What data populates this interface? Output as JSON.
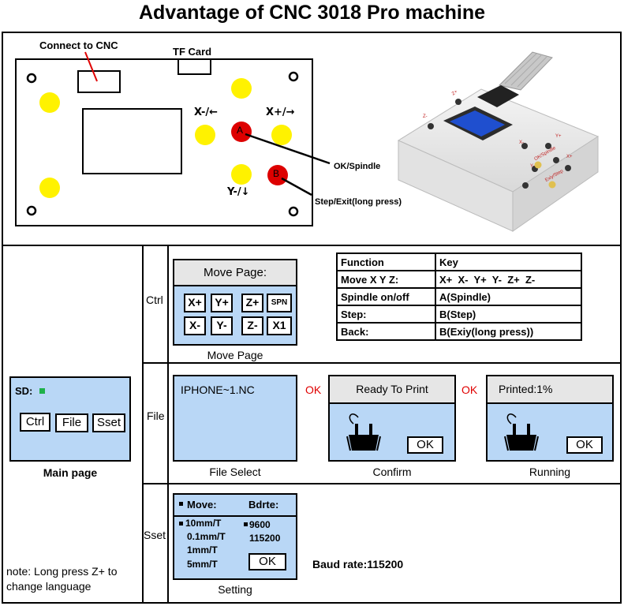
{
  "title": "Advantage of CNC 3018 Pro machine",
  "board": {
    "connect_label": "Connect to CNC",
    "tf_label": "TF Card",
    "xminus": "X-/←",
    "xplus": "X+/→",
    "yminus": "Y-/↓",
    "btn_a": "A",
    "btn_b": "B",
    "ok_spindle": "OK/Spindle",
    "step_exit": "Step/Exit(long press)"
  },
  "device": {
    "labels": [
      "Z+",
      "Z-",
      "X-",
      "Y+",
      "Y-",
      "X+",
      "OK/Spindle",
      "Exiy/Step"
    ]
  },
  "rows": [
    "Ctrl",
    "File",
    "Sset"
  ],
  "main_page": {
    "sd_label": "SD:",
    "buttons": [
      "Ctrl",
      "File",
      "Sset"
    ],
    "caption": "Main page"
  },
  "note": "note: Long press Z+ to change language",
  "move_page": {
    "header": "Move Page:",
    "keys_row1": [
      "X+",
      "Y+",
      "Z+",
      "SPN"
    ],
    "keys_row2": [
      "X-",
      "Y-",
      "Z-",
      "X1"
    ],
    "caption": "Move Page"
  },
  "function_table": {
    "headers": [
      "Function",
      "Key"
    ],
    "rows": [
      [
        "Move X Y Z:",
        "X+  X-  Y+  Y-  Z+  Z-"
      ],
      [
        "Spindle on/off",
        "A(Spindle)"
      ],
      [
        "Step:",
        "B(Step)"
      ],
      [
        "Back:",
        "B(Exiy(long press))"
      ]
    ]
  },
  "file_select": {
    "filename": "IPHONE~1.NC",
    "caption": "File Select"
  },
  "ok_label": "OK",
  "confirm": {
    "header": "Ready To Print",
    "ok": "OK",
    "caption": "Confirm"
  },
  "running": {
    "header": "Printed:1%",
    "ok": "OK",
    "caption": "Running"
  },
  "setting": {
    "move_label": "Move:",
    "baud_label": "Bdrte:",
    "moves": [
      "10mm/T",
      "0.1mm/T",
      "1mm/T",
      "5mm/T"
    ],
    "bauds": [
      "9600",
      "115200"
    ],
    "ok": "OK",
    "caption": "Setting"
  },
  "baud_rate_text": "Baud rate:115200",
  "colors": {
    "lcd": "#b9d7f6",
    "yellow_button": "#fff200",
    "red_button": "#dd0000",
    "sd_indicator": "#1fb14a"
  }
}
